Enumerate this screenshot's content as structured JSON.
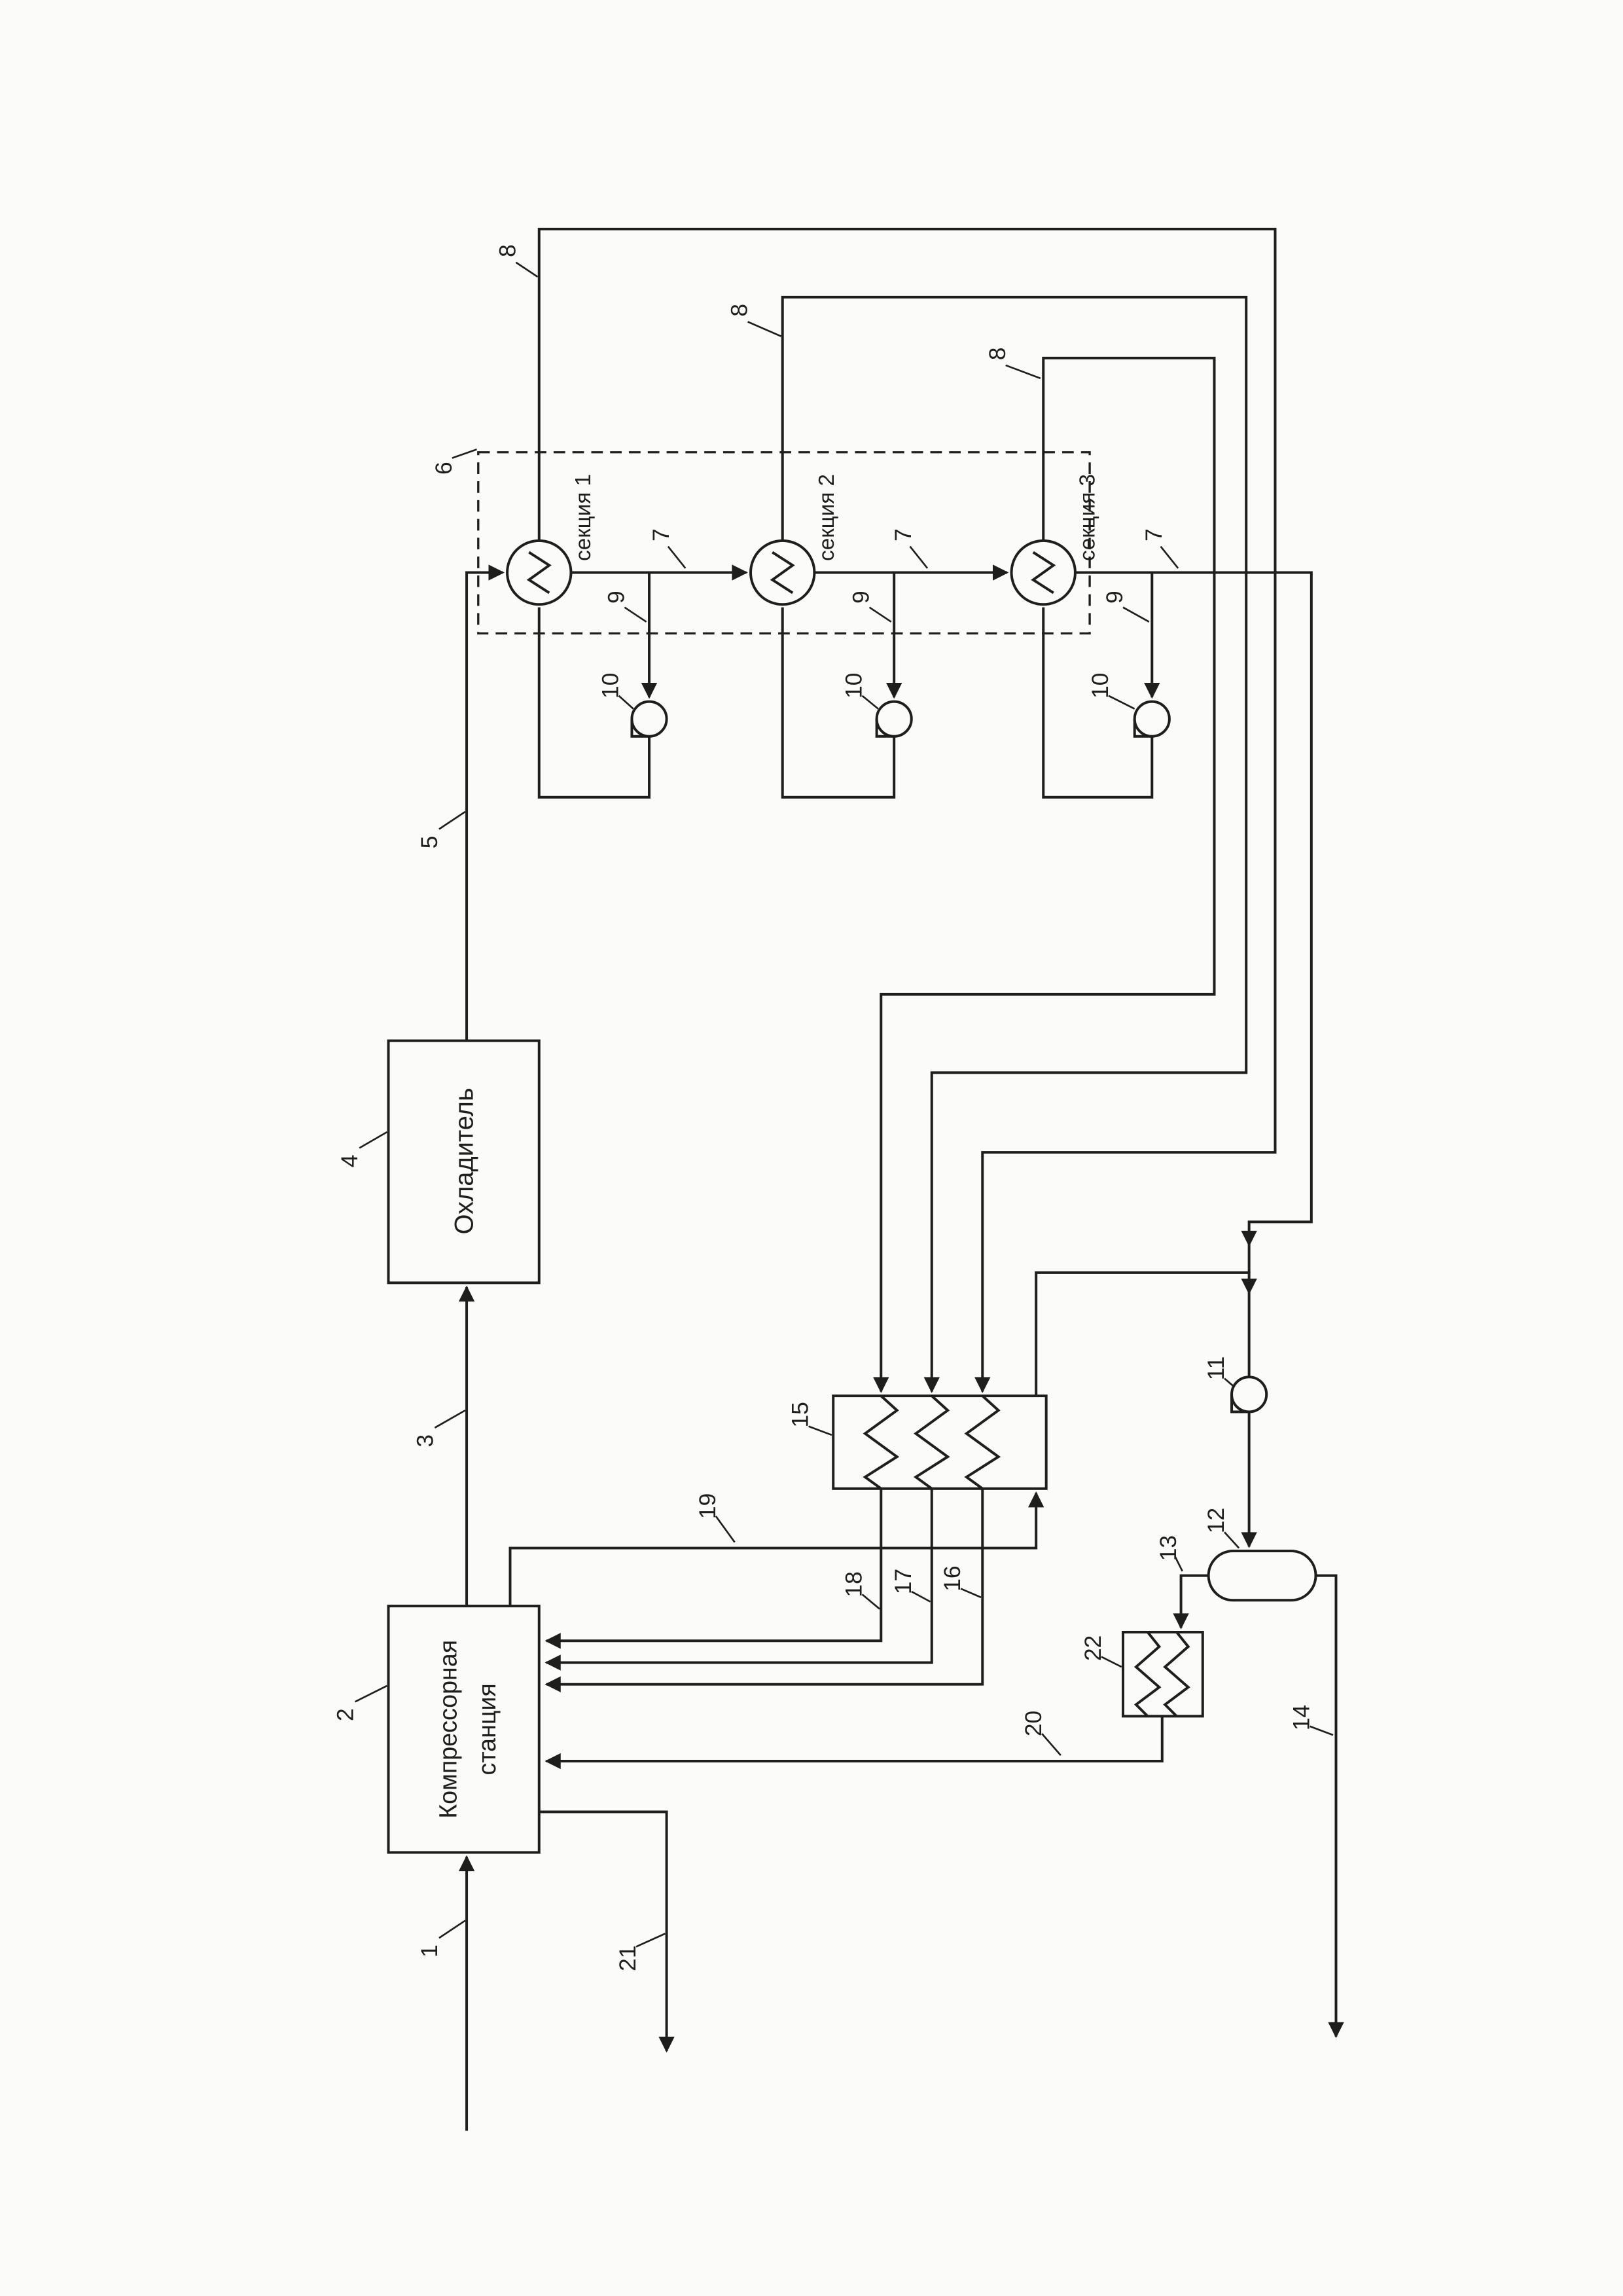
{
  "palette": {
    "paper": "#fbfbf9",
    "ink": "#1e1e1c"
  },
  "blocks": {
    "compressor_station_line1": "Компрессорная",
    "compressor_station_line2": "станция",
    "cooler": "Охладитель",
    "section1": "секция 1",
    "section2": "секция 2",
    "section3": "секция 3"
  },
  "refs": {
    "r1": "1",
    "r2": "2",
    "r3": "3",
    "r4": "4",
    "r5": "5",
    "r6": "6",
    "r7a": "7",
    "r7b": "7",
    "r7c": "7",
    "r8a": "8",
    "r8b": "8",
    "r8c": "8",
    "r9a": "9",
    "r9b": "9",
    "r9c": "9",
    "r10a": "10",
    "r10b": "10",
    "r10c": "10",
    "r11": "11",
    "r12": "12",
    "r13": "13",
    "r14": "14",
    "r15": "15",
    "r16": "16",
    "r17": "17",
    "r18": "18",
    "r19": "19",
    "r20": "20",
    "r21": "21",
    "r22": "22"
  }
}
